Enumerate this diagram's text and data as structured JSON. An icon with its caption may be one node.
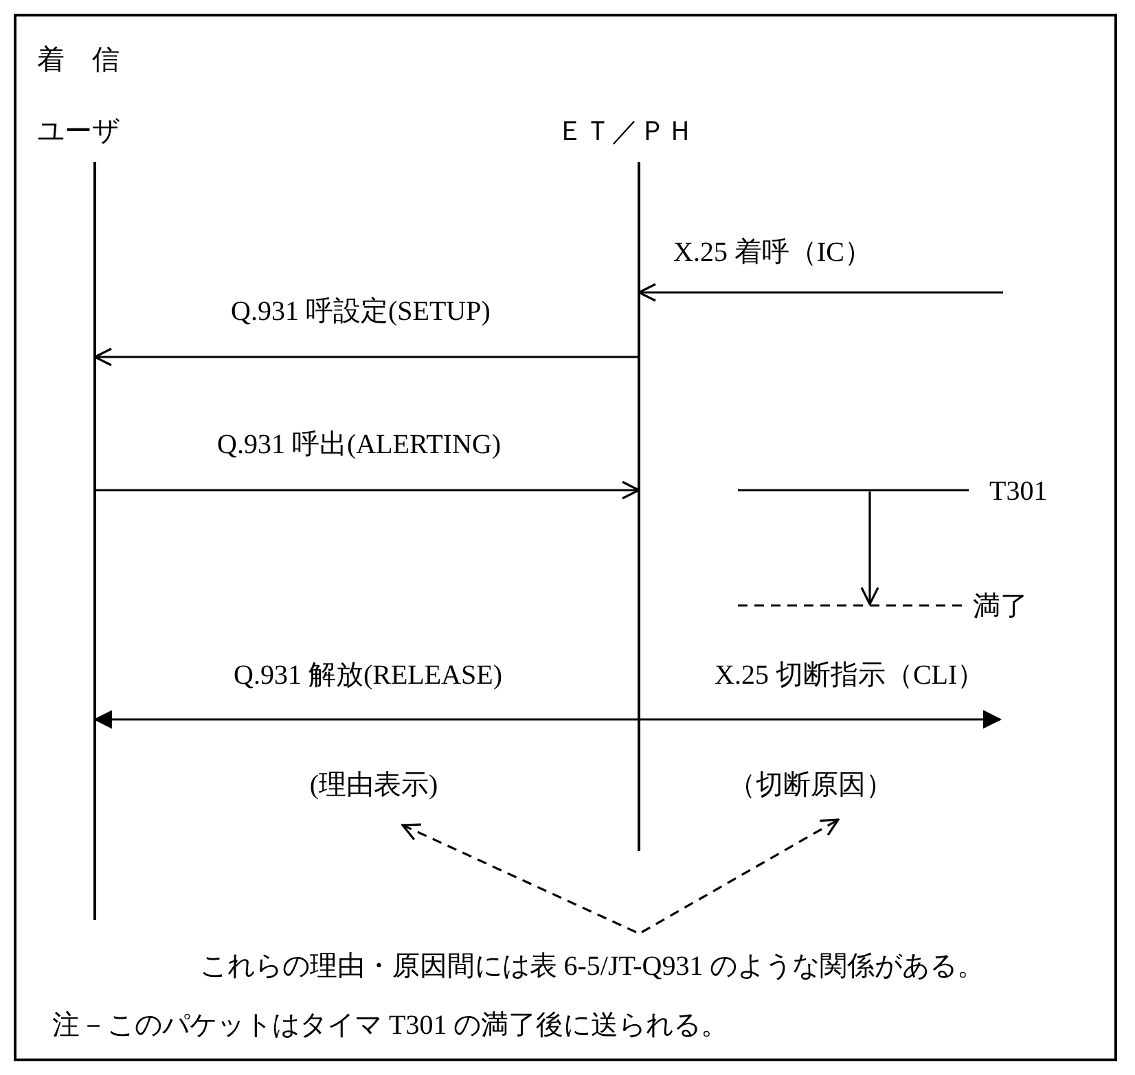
{
  "diagram": {
    "nodes": [
      {
        "text": [
          "着　信",
          "ユーザ"
        ]
      },
      {
        "text": [
          "ＥＴ／ＰＨ"
        ]
      },
      {
        "text": [
          "(理由表示)"
        ]
      },
      {
        "text": [
          "（切断原因）"
        ]
      },
      {
        "text": [
          "これらの理由・原因間には表 6-5/JT-Q931 のような関係がある。"
        ]
      }
    ],
    "edges": [
      {
        "from": null,
        "to": 1,
        "arrow": "to",
        "label": "X.25 着呼（IC）"
      },
      {
        "from": 1,
        "to": 0,
        "arrow": "to",
        "label": "Q.931 呼設定(SETUP)"
      },
      {
        "from": 0,
        "to": 1,
        "arrow": "to",
        "label": "Q.931 呼出(ALERTING)"
      },
      {
        "from": 1,
        "to": 0,
        "arrow": "to",
        "label": "Q.931 解放(RELEASE)"
      },
      {
        "from": 1,
        "to": null,
        "arrow": "to",
        "label": "X.25 切断指示（CLI）"
      },
      {
        "from": 4,
        "to": 2,
        "arrow": "to",
        "style": "dashed"
      },
      {
        "from": 4,
        "to": 3,
        "arrow": "to",
        "style": "dashed"
      }
    ],
    "labels": [
      "T301",
      "満了",
      "注－このパケットはタイマ T301 の満了後に送られる。"
    ]
  }
}
